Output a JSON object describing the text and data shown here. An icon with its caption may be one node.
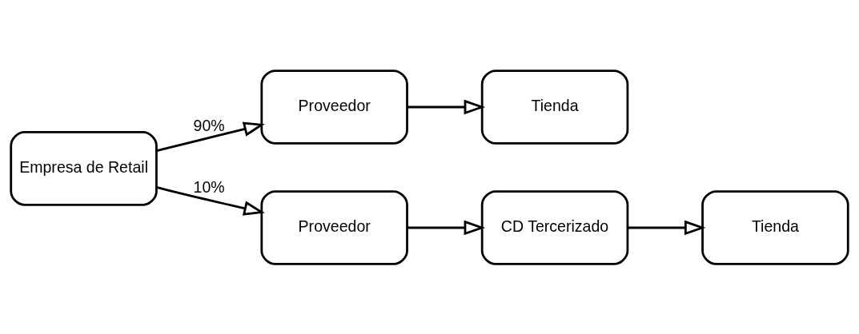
{
  "diagram": {
    "nodes": [
      {
        "text": [
          "Empresa de Retail"
        ]
      },
      {
        "text": [
          "Proveedor"
        ]
      },
      {
        "text": [
          "Tienda"
        ]
      },
      {
        "text": [
          "Proveedor"
        ]
      },
      {
        "text": [
          "CD Tercerizado"
        ]
      },
      {
        "text": [
          "Tienda"
        ]
      }
    ],
    "edges": [
      {
        "from": 0,
        "to": 1,
        "arrow": "to",
        "label": "90%"
      },
      {
        "from": 1,
        "to": 2,
        "arrow": "to"
      },
      {
        "from": 0,
        "to": 3,
        "arrow": "to",
        "label": "10%"
      },
      {
        "from": 3,
        "to": 4,
        "arrow": "to"
      },
      {
        "from": 4,
        "to": 5,
        "arrow": "to"
      }
    ]
  }
}
